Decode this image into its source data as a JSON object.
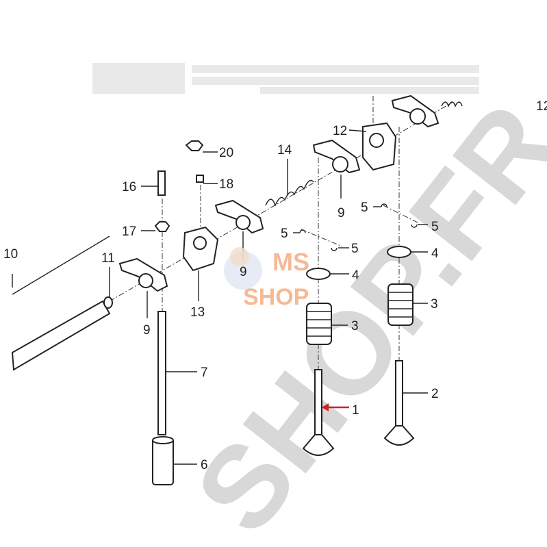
{
  "diagram": {
    "watermark": "SHOP.FR",
    "logo": {
      "line1": "MS",
      "line2": "SHOP"
    },
    "colors": {
      "arrow": "#d42020",
      "watermark": "#d8d8d8",
      "logo": "#f2a472"
    },
    "callouts": {
      "c12a": "12",
      "c12b": "12",
      "c20": "20",
      "c14": "14",
      "c16": "16",
      "c18": "18",
      "c9a": "9",
      "c5a": "5",
      "c5b": "5",
      "c5c": "5",
      "c5d": "5",
      "c17": "17",
      "c11": "11",
      "c10": "10",
      "c9b": "9",
      "c4a": "4",
      "c4b": "4",
      "c13": "13",
      "c3a": "3",
      "c3b": "3",
      "c9c": "9",
      "c7": "7",
      "c1": "1",
      "c2": "2",
      "c6": "6"
    }
  }
}
